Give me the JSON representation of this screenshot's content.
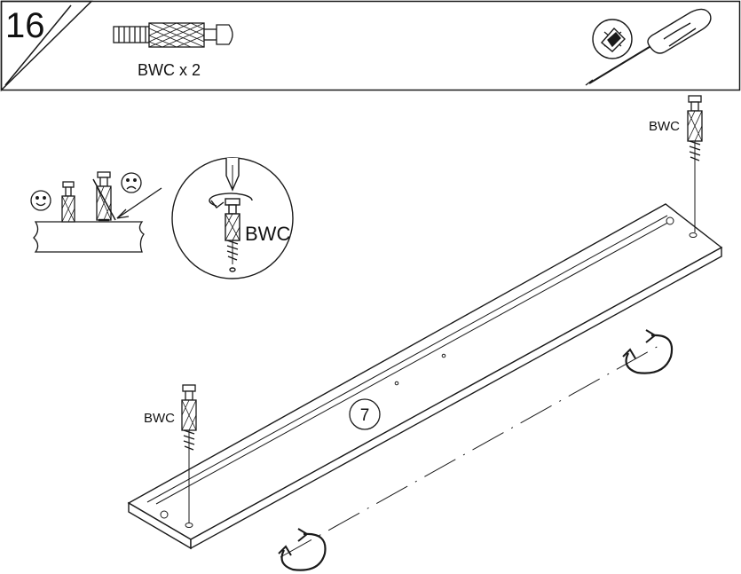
{
  "header": {
    "step_number": "16",
    "part_caption": "BWC x 2",
    "part_icon": "bwc-cam-bolt-icon",
    "tool_icon": "phillips-screwdriver-icon"
  },
  "detail_correct": {
    "good_icon": "smiley-face-icon",
    "bad_icon": "sad-face-icon"
  },
  "detail_tighten": {
    "label": "BWC",
    "icon": "screwdriver-rotate-icon"
  },
  "board": {
    "panel_number": "7",
    "label_left": "BWC",
    "label_right": "BWC"
  },
  "colors": {
    "line": "#1a1a1a",
    "fill": "#ffffff"
  }
}
